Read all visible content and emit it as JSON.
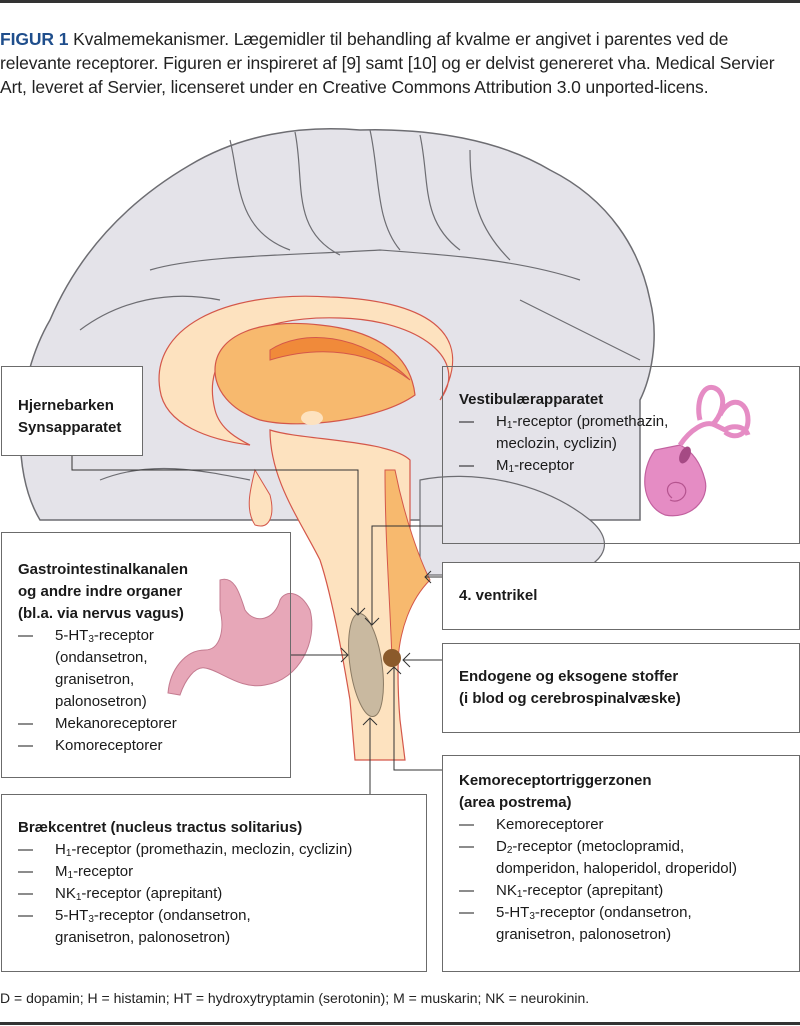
{
  "caption": {
    "figure_label": "FIGUR 1",
    "text": " Kvalmemekanismer. Lægemidler til behandling af kvalme er angivet i parentes ved de relevante receptorer. Figuren er inspireret af [9] samt [10] og er delvist genereret vha. Medical Servier Art, leveret af Servier, licenseret under en Creative Commons Attribution 3.0 unported-licens."
  },
  "colors": {
    "figure_label": "#1f4e8c",
    "brain_cortex": "#e4e3e9",
    "brain_outline": "#6d6d72",
    "limbic_light": "#fde2bf",
    "limbic_mid": "#f7b96e",
    "limbic_dark": "#f08a3a",
    "limbic_outline": "#d4574a",
    "nucleus_fill": "#c9b9a0",
    "area_postrema_fill": "#8b5a2b",
    "organ_pink": "#e58cc4",
    "stomach_pink": "#e7a7b8"
  },
  "boxes": {
    "cortex": {
      "lines": [
        "Hjernebarken",
        "Synsapparatet"
      ]
    },
    "vestibular": {
      "title": "Vestibulærapparatet",
      "items": [
        {
          "prefix": "H",
          "sub": "1",
          "text": "-receptor (promethazin, meclozin, cyclizin)"
        },
        {
          "prefix": "M",
          "sub": "1",
          "text": "-receptor"
        }
      ]
    },
    "gastro": {
      "title_lines": [
        "Gastrointestinalkanalen",
        "og andre indre organer",
        "(bl.a. via nervus vagus)"
      ],
      "items": [
        {
          "prefix": "5-HT",
          "sub": "3",
          "text": "-receptor (ondansetron, granisetron, palonosetron)"
        },
        {
          "prefix": "",
          "sub": "",
          "text": "Mekanoreceptorer"
        },
        {
          "prefix": "",
          "sub": "",
          "text": "Komoreceptorer"
        }
      ]
    },
    "ventricle": {
      "title": "4. ventrikel"
    },
    "substances": {
      "title_lines": [
        "Endogene og eksogene stoffer",
        "(i blod og cerebrospinalvæske)"
      ]
    },
    "vomiting_center": {
      "title": "Brækcentret (nucleus tractus solitarius)",
      "items": [
        {
          "prefix": "H",
          "sub": "1",
          "text": "-receptor (promethazin, meclozin, cyclizin)"
        },
        {
          "prefix": "M",
          "sub": "1",
          "text": "-receptor"
        },
        {
          "prefix": "NK",
          "sub": "1",
          "text": "-receptor (aprepitant)"
        },
        {
          "prefix": "5-HT",
          "sub": "3",
          "text": "-receptor (ondansetron, granisetron, palonosetron)"
        }
      ]
    },
    "ctz": {
      "title_lines": [
        "Kemoreceptortriggerzonen",
        "(area postrema)"
      ],
      "items": [
        {
          "prefix": "",
          "sub": "",
          "text": "Kemoreceptorer"
        },
        {
          "prefix": "D",
          "sub": "2",
          "text": "-receptor (metoclopramid, domperidon, haloperidol, droperidol)"
        },
        {
          "prefix": "NK",
          "sub": "1",
          "text": "-receptor (aprepitant)"
        },
        {
          "prefix": "5-HT",
          "sub": "3",
          "text": "-receptor (ondansetron, granisetron, palonosetron)"
        }
      ]
    }
  },
  "list_dash": "—",
  "footnote": "D = dopamin; H = histamin; HT = hydroxytryptamin (serotonin); M = muskarin; NK = neurokinin."
}
